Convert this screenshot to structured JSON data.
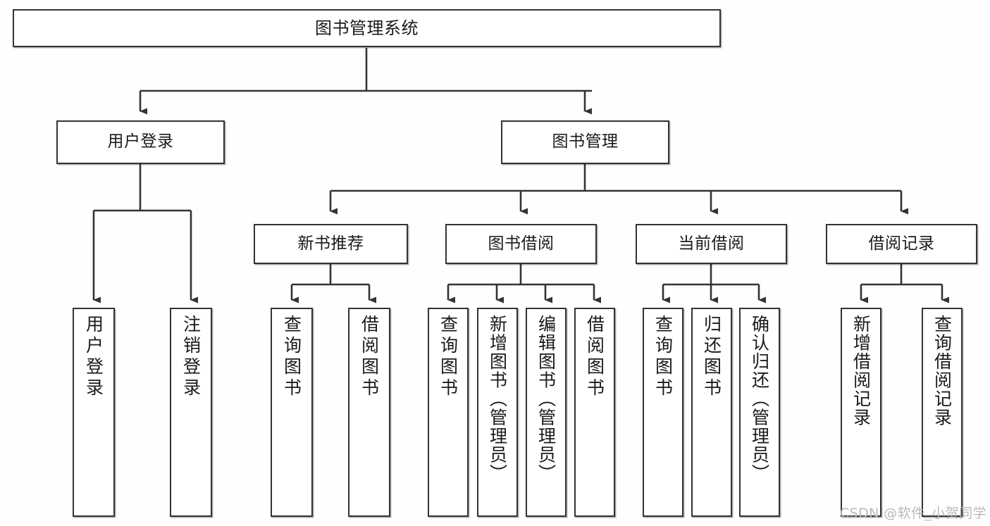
{
  "diagram": {
    "type": "tree",
    "title": "图书管理系统",
    "watermark": "CSDN @软件_小贺同学",
    "colors": {
      "border": "#333333",
      "box_fill": "#ffffff",
      "text": "#1a1a1a",
      "connector": "#333333",
      "watermark": "#b9b9b9",
      "page_background": "#fefefe"
    },
    "nodes": {
      "root": {
        "label": "图书管理系统"
      },
      "level1": [
        {
          "id": "user-login",
          "label": "用户登录"
        },
        {
          "id": "book-management",
          "label": "图书管理"
        }
      ],
      "level2": [
        {
          "id": "new-book-recommend",
          "label": "新书推荐",
          "parent": "book-management"
        },
        {
          "id": "book-borrow",
          "label": "图书借阅",
          "parent": "book-management"
        },
        {
          "id": "current-borrow",
          "label": "当前借阅",
          "parent": "book-management"
        },
        {
          "id": "borrow-record",
          "label": "借阅记录",
          "parent": "book-management"
        }
      ],
      "leaves": {
        "user_login": [
          {
            "id": "leaf-user-login",
            "label": "用户登录"
          },
          {
            "id": "leaf-logout",
            "label": "注销登录"
          }
        ],
        "new_book_recommend": [
          {
            "id": "leaf-query-book-1",
            "label": "查询图书"
          },
          {
            "id": "leaf-borrow-book-1",
            "label": "借阅图书"
          }
        ],
        "book_borrow": [
          {
            "id": "leaf-query-book-2",
            "label": "查询图书"
          },
          {
            "id": "leaf-add-book",
            "label": "新增图书（管理员）"
          },
          {
            "id": "leaf-edit-book",
            "label": "编辑图书（管理员）"
          },
          {
            "id": "leaf-borrow-book-2",
            "label": "借阅图书"
          }
        ],
        "current_borrow": [
          {
            "id": "leaf-query-book-3",
            "label": "查询图书"
          },
          {
            "id": "leaf-return-book",
            "label": "归还图书"
          },
          {
            "id": "leaf-confirm-return",
            "label": "确认归还（管理员）"
          }
        ],
        "borrow_record": [
          {
            "id": "leaf-add-record",
            "label": "新增借阅记录"
          },
          {
            "id": "leaf-query-record",
            "label": "查询借阅记录"
          }
        ]
      }
    }
  }
}
